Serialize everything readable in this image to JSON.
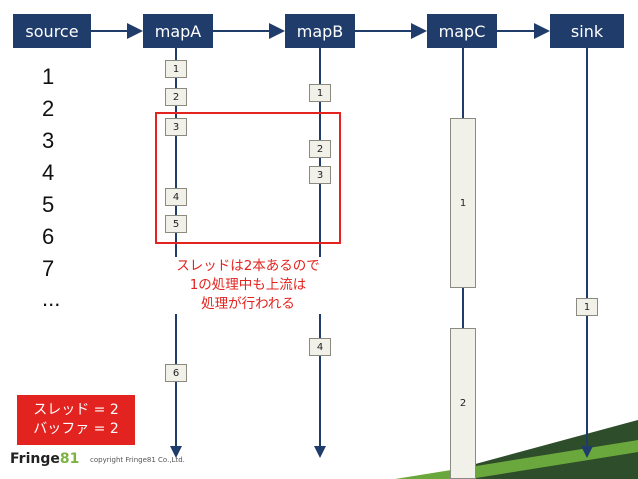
{
  "stages": {
    "source": "source",
    "mapA": "mapA",
    "mapB": "mapB",
    "mapC": "mapC",
    "sink": "sink"
  },
  "source_items": [
    "1",
    "2",
    "3",
    "4",
    "5",
    "6",
    "7",
    "..."
  ],
  "mapA_items": [
    "1",
    "2",
    "3",
    "4",
    "5",
    "6"
  ],
  "mapB_items": [
    "1",
    "2",
    "3",
    "4"
  ],
  "mapC_items": [
    "1",
    "2"
  ],
  "sink_items": [
    "1"
  ],
  "note": {
    "line1": "スレッドは2本あるので",
    "line2": "1の処理中も上流は",
    "line3": "処理が行われる"
  },
  "badge": {
    "threads": "スレッド = 2",
    "buffer": "バッファ = 2"
  },
  "footer": {
    "logo_main": "Fringe",
    "logo_accent": "81",
    "copyright": "copyright Fringe81 Co.,Ltd."
  },
  "colors": {
    "stage": "#1f3c6b",
    "highlight": "#e3231f",
    "logo_accent": "#7cb342"
  }
}
